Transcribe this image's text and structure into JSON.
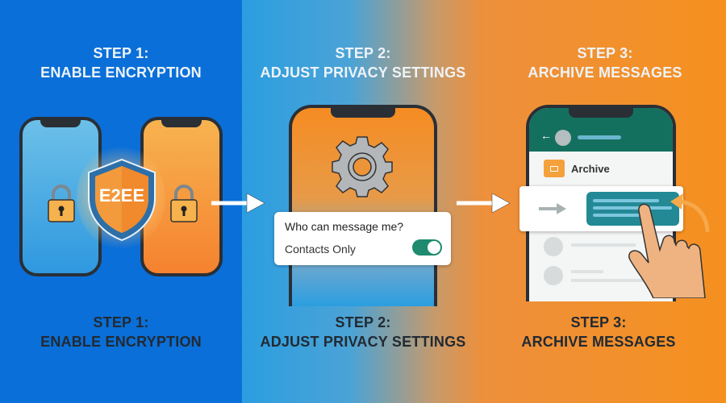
{
  "steps": [
    {
      "step": "STEP 1:",
      "label": "ENABLE ENCRYPTION",
      "badge": "E2EE"
    },
    {
      "step": "STEP 2:",
      "label": "ADJUST PRIVACY SETTINGS",
      "card_question": "Who can message me?",
      "card_option": "Contacts Only",
      "toggle_on": true
    },
    {
      "step": "STEP 3:",
      "label": "ARCHIVE MESSAGES",
      "folder_label": "Archive"
    }
  ],
  "colors": {
    "blue": "#0a6fd8",
    "orange": "#f5901f",
    "teal": "#1e7d6b",
    "toggle": "#1e8a6e"
  }
}
